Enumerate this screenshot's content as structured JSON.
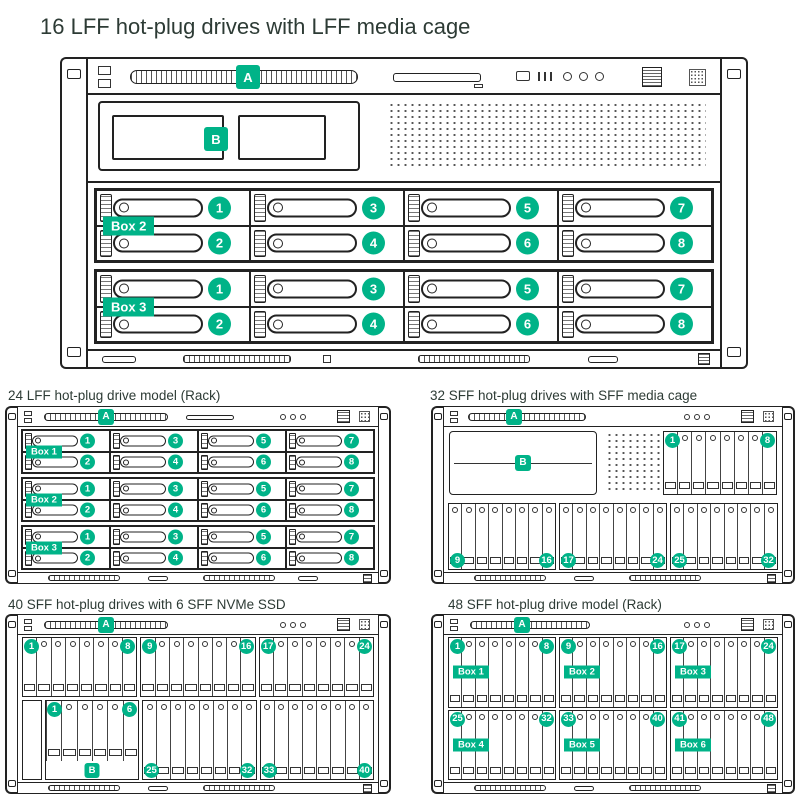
{
  "colors": {
    "accent": "#00B388",
    "line": "#1d1d1b",
    "title": "#2d3b35"
  },
  "titles": {
    "main": "16 LFF hot-plug drives with LFF media cage",
    "lff24": "24 LFF hot-plug drive model (Rack)",
    "sff32": "32 SFF hot-plug drives with SFF media cage",
    "sff40": "40 SFF hot-plug drives with 6 SFF NVMe SSD",
    "sff48": "48 SFF hot-plug drive model (Rack)"
  },
  "panels": {
    "lff16": {
      "a_label": "A",
      "b_label": "B",
      "boxes": [
        {
          "label": "Box 2",
          "rows": [
            [
              "1",
              "3",
              "5",
              "7"
            ],
            [
              "2",
              "4",
              "6",
              "8"
            ]
          ]
        },
        {
          "label": "Box 3",
          "rows": [
            [
              "1",
              "3",
              "5",
              "7"
            ],
            [
              "2",
              "4",
              "6",
              "8"
            ]
          ]
        }
      ]
    },
    "lff24": {
      "a_label": "A",
      "boxes": [
        {
          "label": "Box 1",
          "rows": [
            [
              "1",
              "3",
              "5",
              "7"
            ],
            [
              "2",
              "4",
              "6",
              "8"
            ]
          ]
        },
        {
          "label": "Box 2",
          "rows": [
            [
              "1",
              "3",
              "5",
              "7"
            ],
            [
              "2",
              "4",
              "6",
              "8"
            ]
          ]
        },
        {
          "label": "Box 3",
          "rows": [
            [
              "1",
              "3",
              "5",
              "7"
            ],
            [
              "2",
              "4",
              "6",
              "8"
            ]
          ]
        }
      ]
    },
    "sff32": {
      "a_label": "A",
      "b_label": "B",
      "media_group": {
        "count": 8,
        "badges": [
          "1",
          "8"
        ]
      },
      "bottom_groups": [
        {
          "count": 8,
          "badges": [
            "9",
            "16"
          ]
        },
        {
          "count": 8,
          "badges": [
            "17",
            "24"
          ]
        },
        {
          "count": 8,
          "badges": [
            "25",
            "32"
          ]
        }
      ]
    },
    "sff40": {
      "a_label": "A",
      "b_label": "B",
      "top_groups": [
        {
          "count": 8,
          "badges": [
            "1",
            "8"
          ]
        },
        {
          "count": 8,
          "badges": [
            "9",
            "16"
          ]
        },
        {
          "count": 8,
          "badges": [
            "17",
            "24"
          ]
        }
      ],
      "nvme_group": {
        "count": 6,
        "badges": [
          "1",
          "6"
        ]
      },
      "bottom_groups": [
        {
          "count": 8,
          "badges": [
            "25",
            "32"
          ]
        },
        {
          "count": 8,
          "badges": [
            "33",
            "40"
          ]
        }
      ]
    },
    "sff48": {
      "a_label": "A",
      "top_groups": [
        {
          "count": 8,
          "badges": [
            "1",
            "8"
          ],
          "label": "Box 1"
        },
        {
          "count": 8,
          "badges": [
            "9",
            "16"
          ],
          "label": "Box 2"
        },
        {
          "count": 8,
          "badges": [
            "17",
            "24"
          ],
          "label": "Box 3"
        }
      ],
      "bottom_groups": [
        {
          "count": 8,
          "badges": [
            "25",
            "32"
          ],
          "label": "Box 4"
        },
        {
          "count": 8,
          "badges": [
            "33",
            "40"
          ],
          "label": "Box 5"
        },
        {
          "count": 8,
          "badges": [
            "41",
            "48"
          ],
          "label": "Box 6"
        }
      ]
    }
  }
}
